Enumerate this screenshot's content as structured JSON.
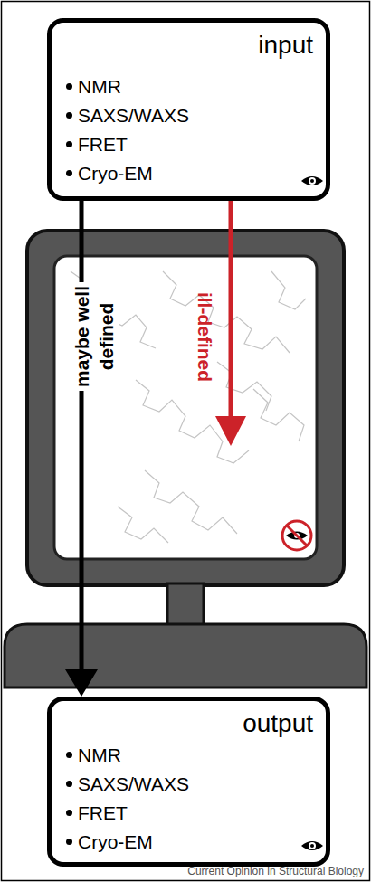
{
  "diagram": {
    "nodes": [
      {
        "text": [
          "input",
          "NMR",
          "SAXS/WAXS",
          "FRET",
          "Cryo-EM"
        ]
      },
      {
        "text": [
          "output",
          "NMR",
          "SAXS/WAXS",
          "FRET",
          "Cryo-EM"
        ]
      }
    ],
    "edges": [
      {
        "from": 0,
        "to": 1,
        "arrow": "to",
        "label": "maybe well defined"
      }
    ],
    "labels": [
      "ill-defined",
      "Current Opinion in Structural Biology"
    ]
  }
}
